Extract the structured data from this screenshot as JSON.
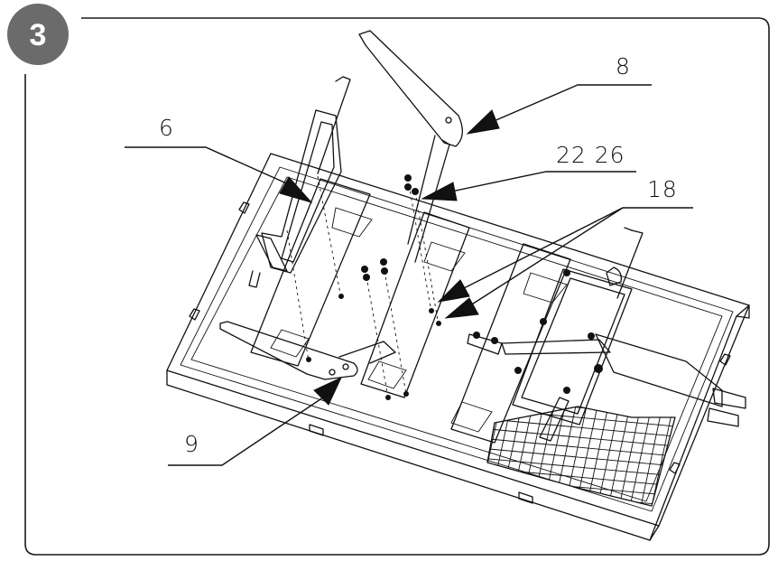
{
  "step": {
    "number": "3",
    "badge_color": "#6b6b6b"
  },
  "callouts": {
    "c8": "8",
    "c6": "6",
    "c22_26": "22 26",
    "c18": "18",
    "c9": "9"
  }
}
